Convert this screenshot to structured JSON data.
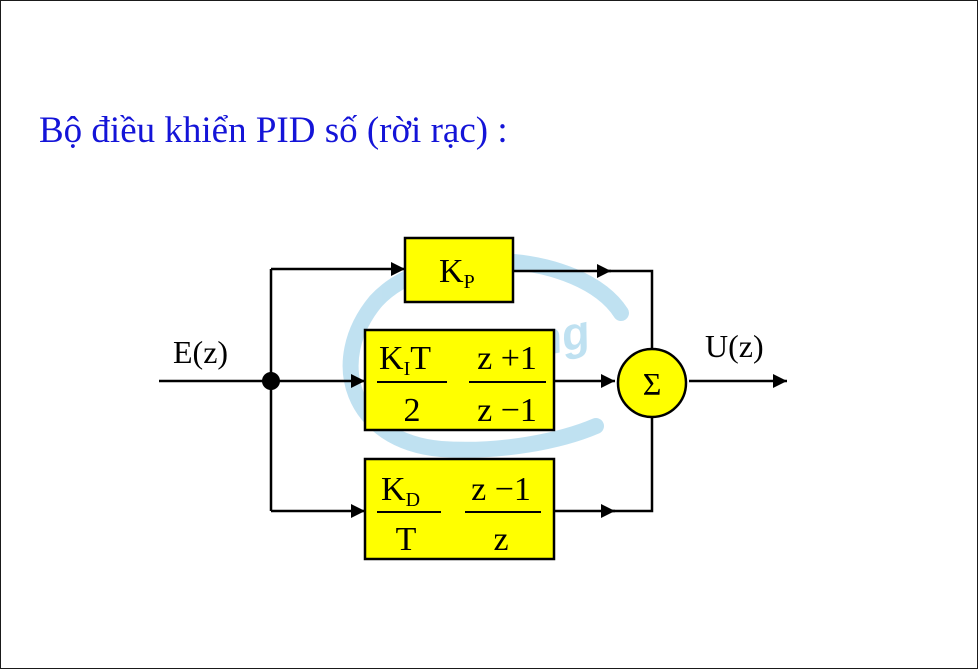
{
  "slide": {
    "title": "Bộ điều khiển PID số (rời rạc) :"
  },
  "diagram": {
    "input_label": "E(z)",
    "output_label": "U(z)",
    "sum_symbol": "Σ",
    "watermark": "toploong",
    "blocks": {
      "proportional": {
        "gain": "K",
        "gain_sub": "P"
      },
      "integral": {
        "gain": "K",
        "gain_sub": "I",
        "gain_suffix": "T",
        "gain_den": "2",
        "tf_num": "z +1",
        "tf_den": "z −1"
      },
      "derivative": {
        "gain": "K",
        "gain_sub": "D",
        "gain_den": "T",
        "tf_num": "z −1",
        "tf_den": "z"
      }
    },
    "colors": {
      "block_fill": "#ffff00",
      "line": "#000000",
      "title": "#1414d8",
      "watermark": "#b9def0"
    }
  }
}
